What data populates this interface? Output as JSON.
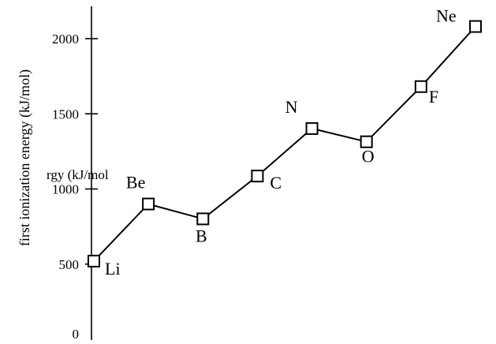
{
  "chart_data": {
    "type": "line",
    "title": "",
    "xlabel": "",
    "ylabel": "first ionization energy (kJ/mol)",
    "ylabel_fragment": "rgy (kJ/mol",
    "ylim": [
      0,
      2200
    ],
    "y_ticks": [
      0,
      500,
      1000,
      1500,
      2000
    ],
    "y_tick_labels": [
      "0",
      "500",
      "1000",
      "1500",
      "2000"
    ],
    "grid": false,
    "legend": "none",
    "categories": [
      "Li",
      "Be",
      "B",
      "C",
      "N",
      "O",
      "F",
      "Ne"
    ],
    "series": [
      {
        "values": [
          520,
          900,
          801,
          1086,
          1402,
          1314,
          1681,
          2081
        ],
        "marker": "open-square",
        "color": "#000000"
      }
    ]
  }
}
